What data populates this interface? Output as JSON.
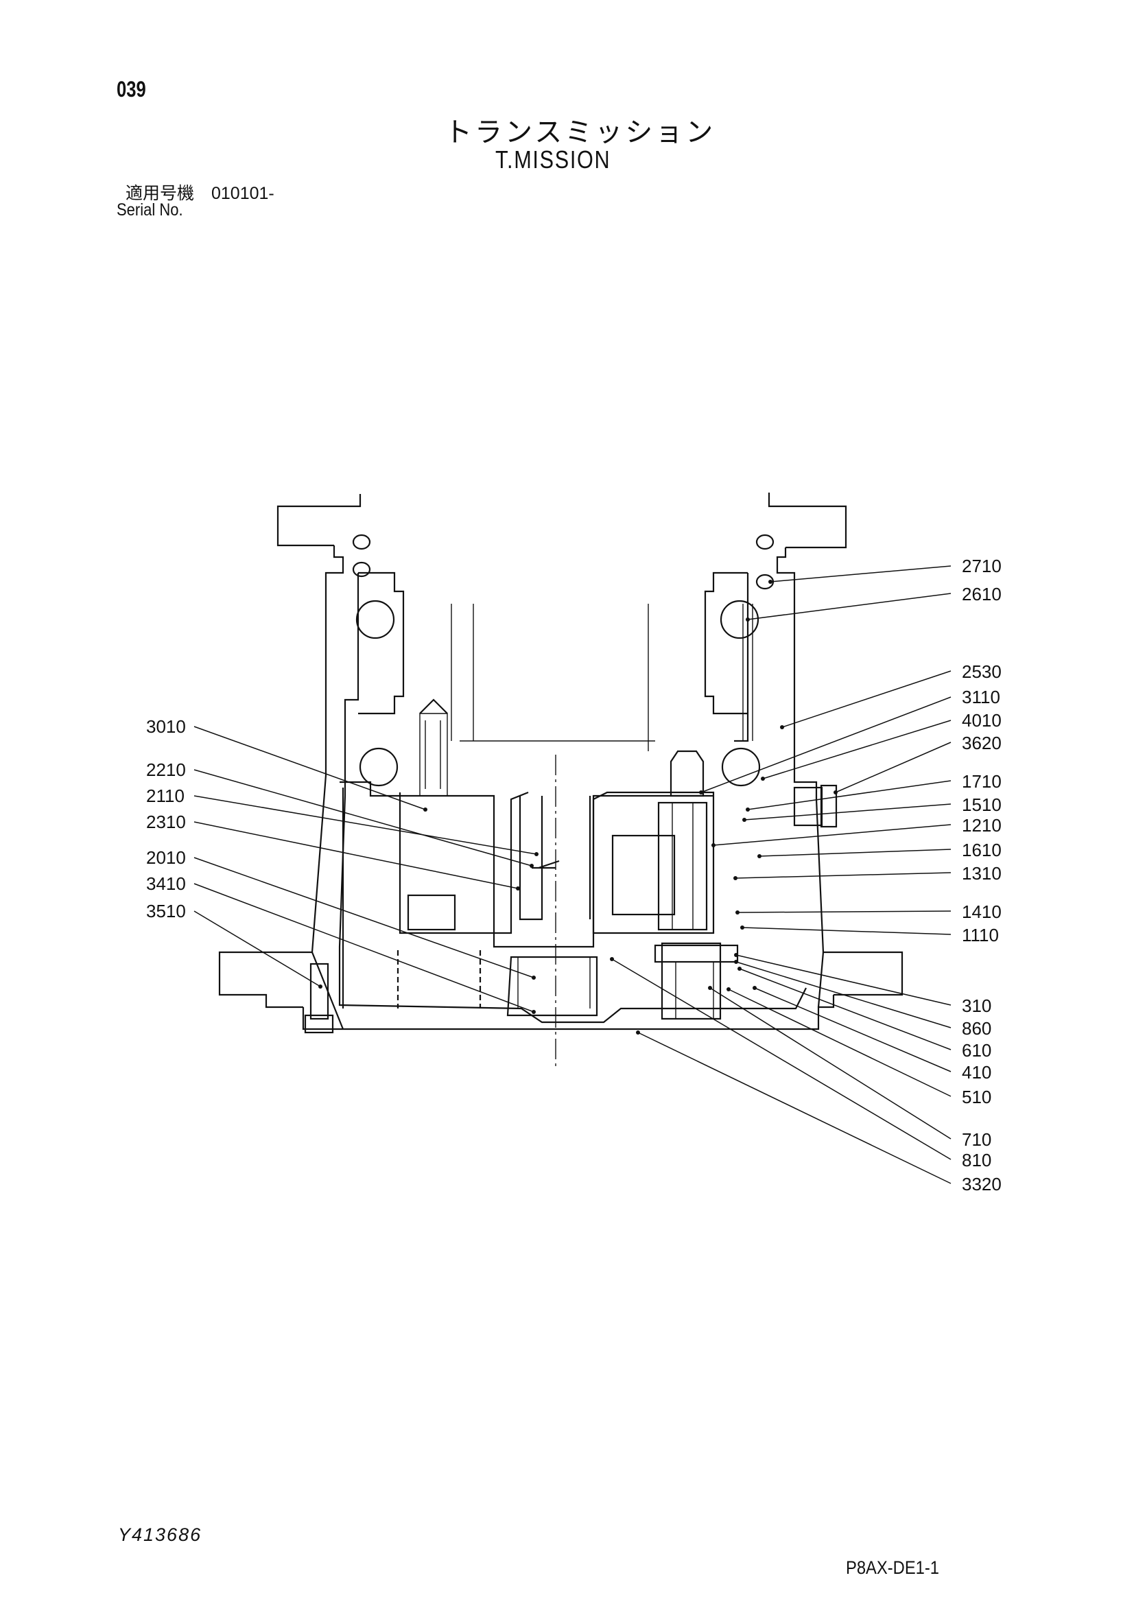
{
  "header": {
    "page_number": "039",
    "title_jp": "トランスミッション",
    "title_en": "T.MISSION",
    "serial_jp": "適用号機　010101-",
    "serial_en": "Serial No."
  },
  "footer": {
    "drawing_number": "Y413686",
    "page_code": "P8AX-DE1-1"
  },
  "callouts": {
    "left": [
      "3010",
      "2210",
      "2110",
      "2310",
      "2010",
      "3410",
      "3510"
    ],
    "right": [
      "2710",
      "2610",
      "2530",
      "3110",
      "4010",
      "3620",
      "1710",
      "1510",
      "1210",
      "1610",
      "1310",
      "1410",
      "1110",
      "310",
      "860",
      "610",
      "410",
      "510",
      "710",
      "810",
      "3320"
    ]
  }
}
